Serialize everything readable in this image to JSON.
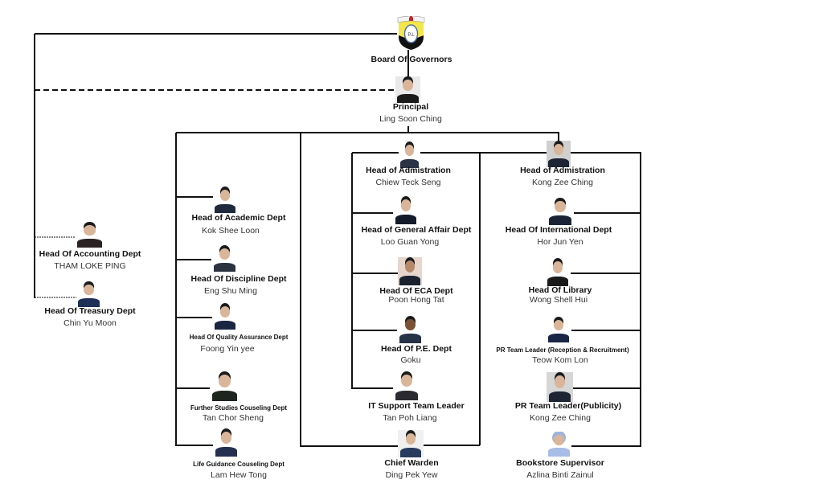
{
  "board": {
    "title": "Board Of Governors",
    "logo_text": "P.L"
  },
  "principal": {
    "title": "Principal",
    "name": "Ling Soon Ching"
  },
  "finance": [
    {
      "title": "Head Of Accounting Dept",
      "name": "THAM LOKE PING"
    },
    {
      "title": "Head Of Treasury Dept",
      "name": "Chin Yu Moon"
    }
  ],
  "academic_column": [
    {
      "title": "Head of Academic Dept",
      "name": "Kok Shee Loon"
    },
    {
      "title": "Head Of Discipline Dept",
      "name": "Eng Shu Ming"
    },
    {
      "title": "Head Of Quality Assurance Dept",
      "name": "Foong Yin yee"
    },
    {
      "title": "Further Studies Couseling Dept",
      "name": "Tan Chor Sheng"
    },
    {
      "title": "Life Guidance Couseling Dept",
      "name": "Lam Hew Tong"
    }
  ],
  "admin_column": [
    {
      "title": "Head of Admistration",
      "name": "Chiew Teck Seng"
    },
    {
      "title": "Head of General Affair Dept",
      "name": "Loo Guan Yong"
    },
    {
      "title": "Head Of ECA Dept",
      "name": "Poon Hong Tat"
    },
    {
      "title": "Head Of P.E. Dept",
      "name": "Goku"
    },
    {
      "title": "IT Support Team Leader",
      "name": "Tan Poh Liang"
    },
    {
      "title": "Chief Warden",
      "name": "Ding Pek Yew"
    }
  ],
  "admin2_column": [
    {
      "title": "Head of Admistration",
      "name": "Kong Zee Ching"
    },
    {
      "title": "Head Of International Dept",
      "name": "Hor Jun Yen"
    },
    {
      "title": "Head Of Library",
      "name": "Wong Shell Hui"
    },
    {
      "title": "PR Team Leader (Reception & Recruitment)",
      "name": "Teow Kom Lon"
    },
    {
      "title": "PR Team Leader(Publicity)",
      "name": "Kong Zee Ching"
    },
    {
      "title": "Bookstore Supervisor",
      "name": "Azlina Binti Zainul"
    }
  ]
}
